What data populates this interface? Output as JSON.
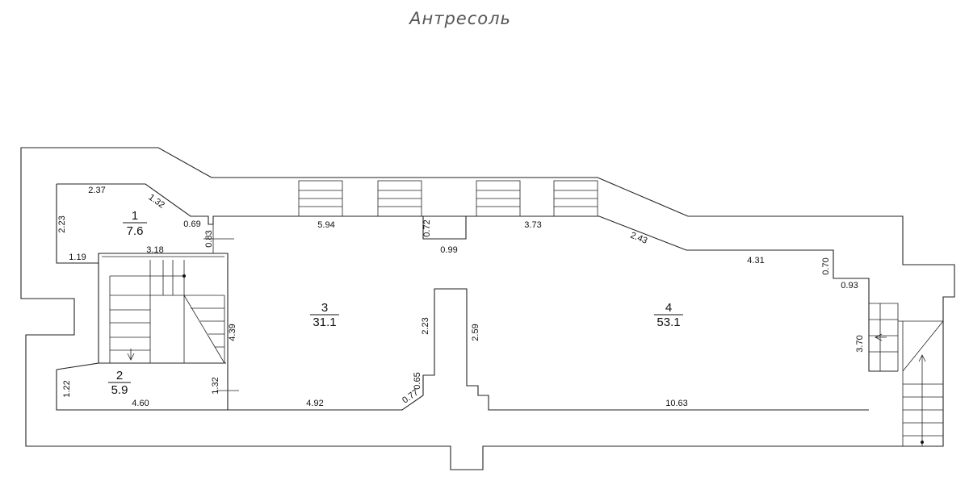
{
  "title": "Антресоль",
  "rooms": [
    {
      "number": "1",
      "area": "7.6"
    },
    {
      "number": "2",
      "area": "5.9"
    },
    {
      "number": "3",
      "area": "31.1"
    },
    {
      "number": "4",
      "area": "53.1"
    }
  ],
  "dimensions": {
    "d_2_37": "2.37",
    "d_1_32_top": "1.32",
    "d_2_23_left": "2.23",
    "d_0_69": "0.69",
    "d_0_83": "0.83",
    "d_1_19": "1.19",
    "d_3_18": "3.18",
    "d_5_94": "5.94",
    "d_0_72": "0.72",
    "d_0_99": "0.99",
    "d_3_73": "3.73",
    "d_2_43": "2.43",
    "d_4_31": "4.31",
    "d_0_70": "0.70",
    "d_0_93": "0.93",
    "d_4_39": "4.39",
    "d_2_23_mid": "2.23",
    "d_2_59": "2.59",
    "d_3_70": "3.70",
    "d_1_22": "1.22",
    "d_4_60": "4.60",
    "d_1_32_bottom": "1.32",
    "d_4_92": "4.92",
    "d_0_65": "0.65",
    "d_0_77": "0.77",
    "d_10_63": "10.63"
  }
}
